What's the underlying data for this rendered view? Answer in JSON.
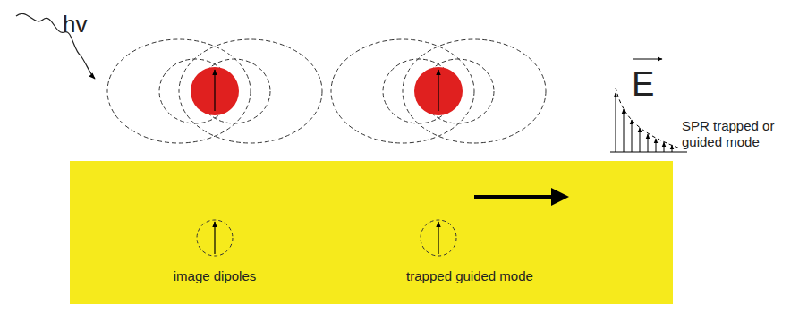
{
  "diagram": {
    "nodes": [
      {
        "text": [
          "image dipoles",
          "trapped guided mode"
        ]
      }
    ],
    "labels": [
      "hv",
      "E",
      "SPR trapped or guided mode"
    ]
  }
}
